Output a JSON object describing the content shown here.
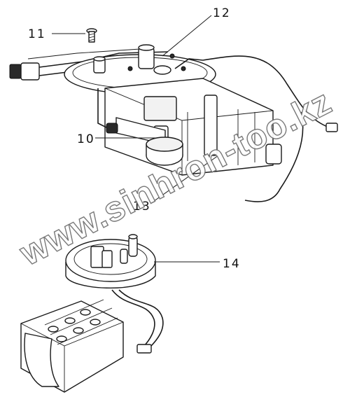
{
  "callouts": {
    "part_11": "11",
    "part_12": "12",
    "part_10": "10",
    "part_13": "13",
    "part_14": "14"
  },
  "watermark": "www.sinhron-too.kz",
  "icons": {
    "part_11": "screw-icon",
    "part_12": "mounting-flange-icon",
    "part_10": "fuel-pump-icon",
    "part_13": "fuel-filter-icon",
    "part_14": "fuel-level-sender-icon",
    "strainer": "fuel-strainer-icon"
  },
  "colors": {
    "line": "#1a1a1a",
    "watermark_outline": "#6e6e6e",
    "background": "#ffffff"
  }
}
